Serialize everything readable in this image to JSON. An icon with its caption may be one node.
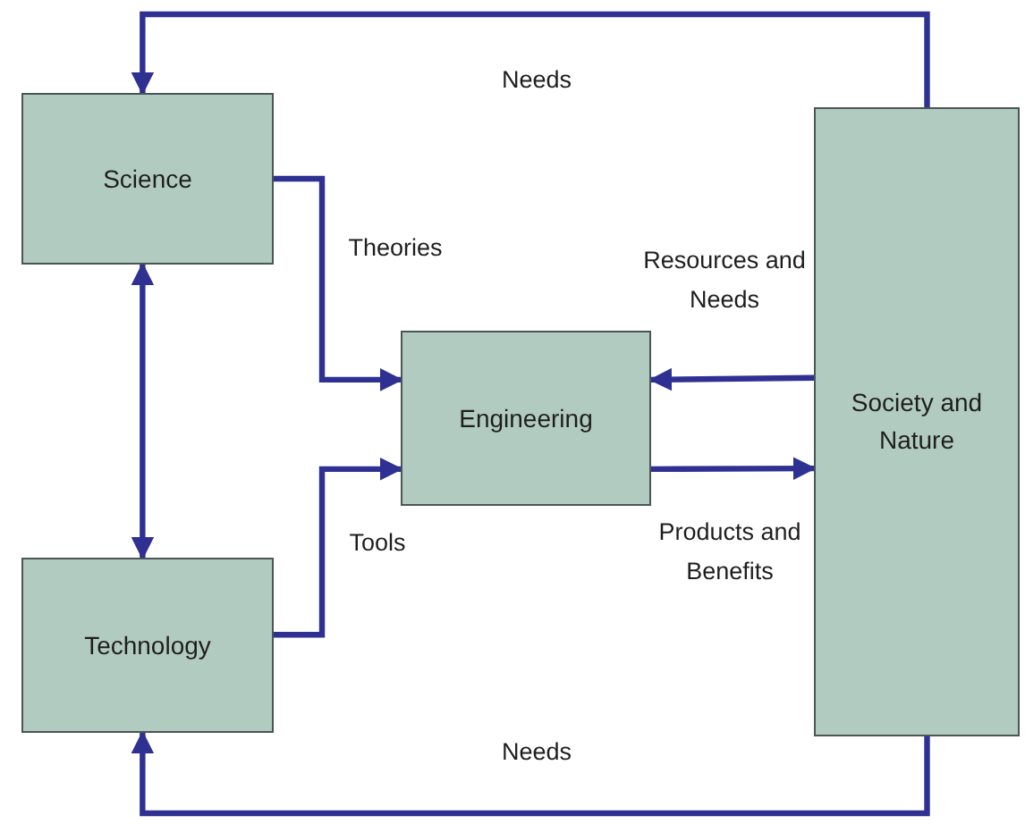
{
  "diagram": {
    "nodes": [
      {
        "text": [
          "Science"
        ]
      },
      {
        "text": [
          "Technology"
        ]
      },
      {
        "text": [
          "Engineering"
        ]
      },
      {
        "text": [
          "Society and Nature"
        ]
      }
    ],
    "edges": [
      {
        "from": 3,
        "to": 0,
        "arrow": "to",
        "label": "Needs"
      },
      {
        "from": 3,
        "to": 1,
        "arrow": "to",
        "label": "Needs"
      },
      {
        "from": 0,
        "to": 1,
        "arrow": "both"
      },
      {
        "from": 0,
        "to": 2,
        "arrow": "to",
        "label": "Theories"
      },
      {
        "from": 1,
        "to": 2,
        "arrow": "to",
        "label": "Tools"
      },
      {
        "from": 3,
        "to": 2,
        "arrow": "to",
        "label": "Resources and Needs"
      },
      {
        "from": 2,
        "to": 3,
        "arrow": "to",
        "label": "Products and Benefits"
      }
    ]
  }
}
